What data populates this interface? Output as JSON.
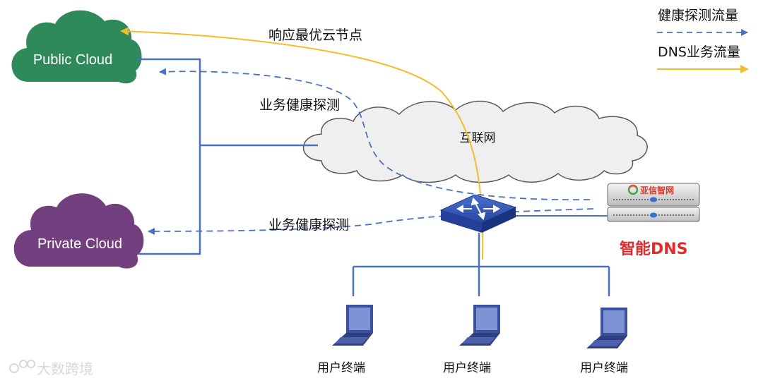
{
  "legend": {
    "health_check_label": "健康探测流量",
    "dns_traffic_label": "DNS业务流量"
  },
  "clouds": {
    "public_label": "Public Cloud",
    "private_label": "Private Cloud",
    "internet_label": "互联网"
  },
  "arrows": {
    "optimal_node_label": "响应最优云节点",
    "health_check_top_label": "业务健康探测",
    "health_check_bottom_label": "业务健康探测"
  },
  "dns_server": {
    "label": "智能DNS",
    "brand": "亚信智网"
  },
  "terminals": [
    {
      "label": "用户终端"
    },
    {
      "label": "用户终端"
    },
    {
      "label": "用户终端"
    }
  ],
  "watermark": "大数跨境",
  "colors": {
    "public_cloud": "#2f8a5b",
    "private_cloud": "#73407f",
    "internet_cloud": "#efefef",
    "link_blue": "#4a72c0",
    "dns_yellow": "#f2bd2c",
    "dns_red": "#e22b2b",
    "switch_blue": "#2f4faa"
  }
}
